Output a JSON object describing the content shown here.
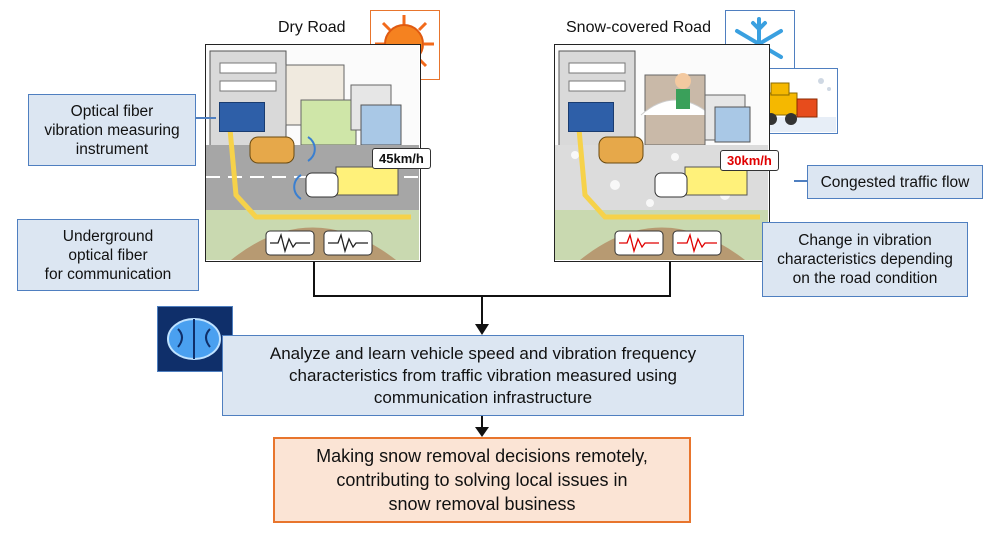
{
  "scenes": {
    "dry": {
      "title": "Dry Road",
      "speed": "45km/h"
    },
    "snow": {
      "title": "Snow-covered Road",
      "speed": "30km/h"
    }
  },
  "callouts": {
    "instrument": "Optical fiber\nvibration measuring\ninstrument",
    "fiber": "Underground\noptical fiber\nfor communication",
    "congested": "Congested traffic flow",
    "vibration_change": "Change in vibration\ncharacteristics depending\non the road condition"
  },
  "process": "Analyze and learn vehicle speed and vibration frequency\ncharacteristics from traffic vibration measured using\ncommunication infrastructure",
  "result": "Making snow removal decisions remotely,\ncontributing to solving local issues in\nsnow removal business",
  "colors": {
    "callout_fill": "#dce6f2",
    "callout_border": "#4f7fc0",
    "result_fill": "#fbe4d5",
    "result_border": "#e8752d",
    "speed_warning": "#e00000"
  }
}
